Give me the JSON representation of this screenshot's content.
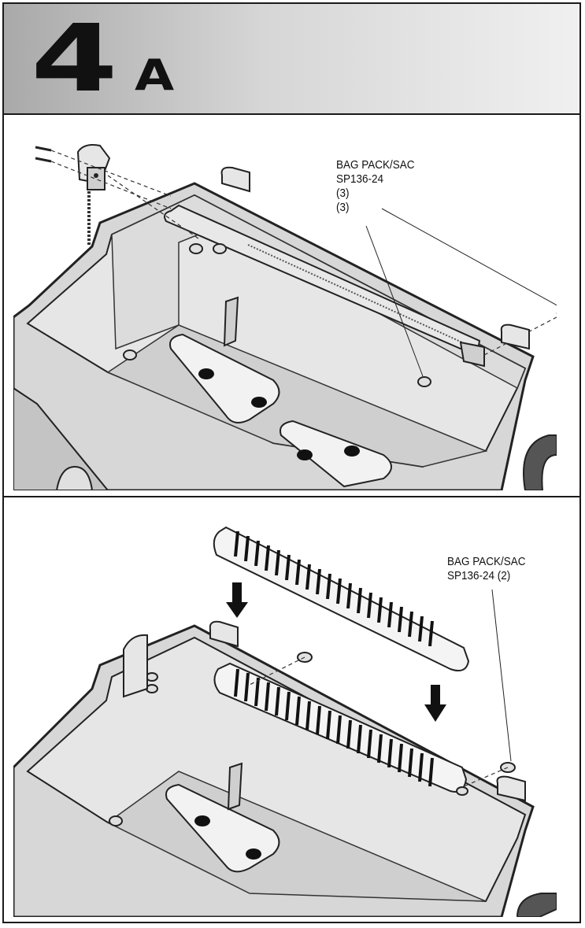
{
  "header": {
    "step_number": "4",
    "step_letter": "A"
  },
  "panel_top": {
    "callout_line1": "BAG PACK/SAC",
    "callout_line2": "SP136-24",
    "callout_qty1": "(3)",
    "callout_qty2": "(3)"
  },
  "panel_bottom": {
    "callout_line1": "BAG PACK/SAC",
    "callout_line2": "SP136-24 (2)"
  }
}
